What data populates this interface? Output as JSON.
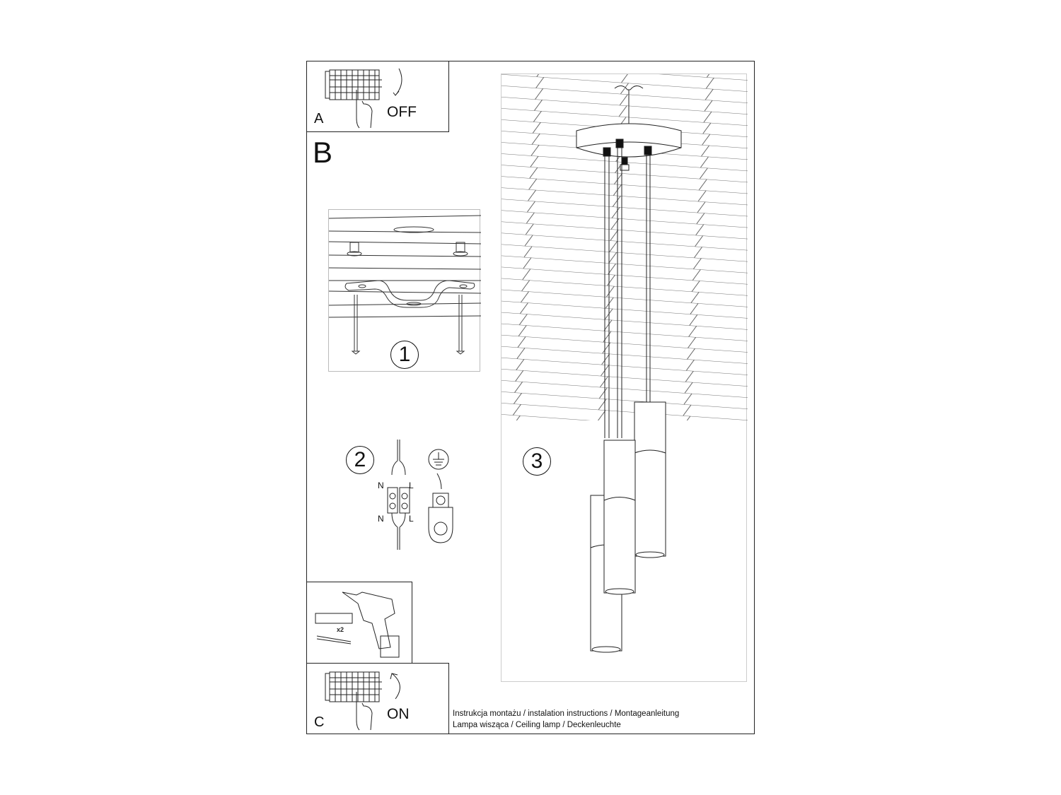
{
  "steps": {
    "a": {
      "label": "A",
      "action": "OFF"
    },
    "b": {
      "label": "B"
    },
    "c": {
      "label": "C",
      "action": "ON"
    }
  },
  "figures": {
    "step1": {
      "number": "1"
    },
    "step2": {
      "number": "2",
      "wire_labels": {
        "neutral_top": "N",
        "live_top": "L",
        "neutral_bottom": "N",
        "live_bottom": "L"
      }
    },
    "step3": {
      "number": "3"
    },
    "tools": {
      "quantity": "x2"
    }
  },
  "caption": {
    "line1": "Instrukcja montażu / instalation instructions / Montageanleitung",
    "line2": "Lampa wisząca / Ceiling lamp / Deckenleuchte"
  },
  "colors": {
    "line": "#222222",
    "background": "#ffffff",
    "frame": "#bbbbbb"
  }
}
